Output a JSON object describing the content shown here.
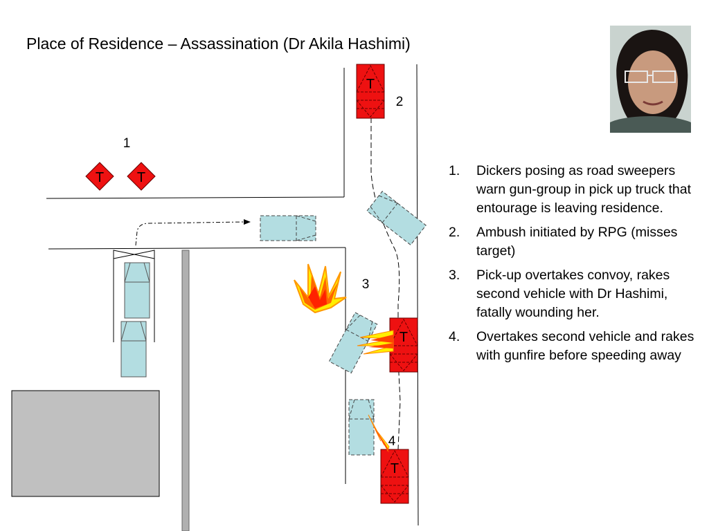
{
  "slide": {
    "title": "Place of Residence – Assassination (Dr Akila Hashimi)"
  },
  "portrait": {
    "subject": "Dr Akila Hashimi",
    "colors": {
      "background": "#c9d3cf",
      "hair": "#1a1412",
      "skin": "#c89a7e",
      "clothing": "#4a5a55"
    }
  },
  "diagram": {
    "position_labels": [
      "1",
      "2",
      "3",
      "4"
    ],
    "marker_glyph": "T",
    "colors": {
      "attacker": "#ee1111",
      "convoy": "#b3dde1",
      "building": "#c0c0c0",
      "pillar": "#b0b0b0",
      "flash": [
        "#ffee00",
        "#ff9900",
        "#ff3300"
      ]
    }
  },
  "steps": [
    {
      "number": "1.",
      "text": "Dickers posing as road sweepers warn gun-group in pick up truck that entourage is leaving residence."
    },
    {
      "number": "2.",
      "text": "Ambush initiated by RPG (misses target)"
    },
    {
      "number": "3.",
      "text": "Pick-up overtakes convoy, rakes second vehicle with Dr Hashimi, fatally wounding her."
    },
    {
      "number": "4.",
      "text": "Overtakes second vehicle and rakes with gunfire before speeding away"
    }
  ]
}
